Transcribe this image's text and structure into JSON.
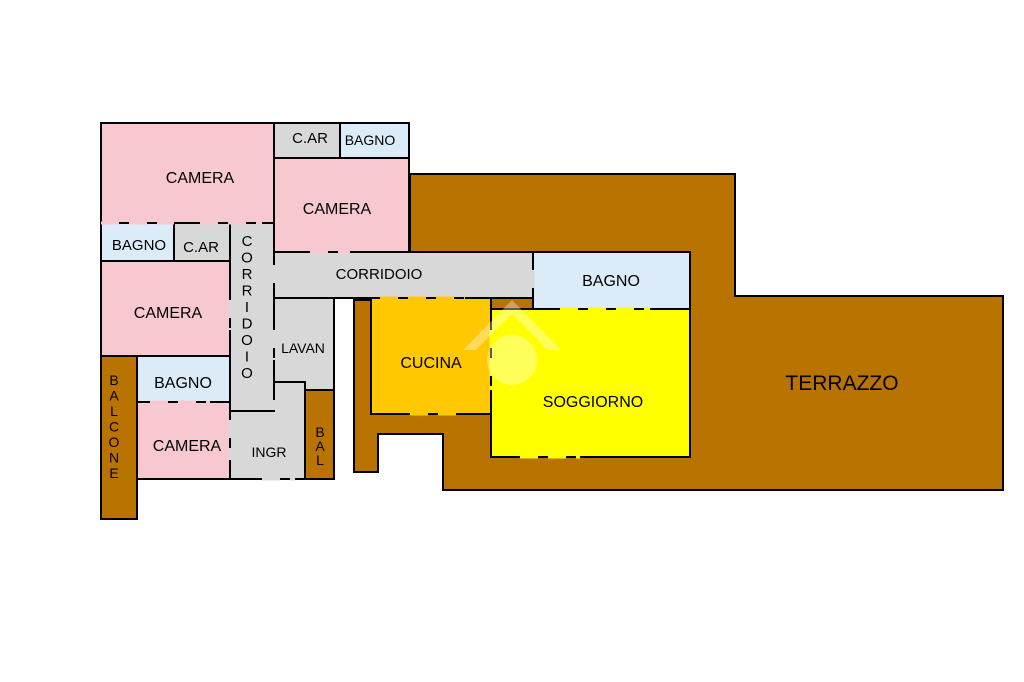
{
  "colors": {
    "terrace": "#b87300",
    "camera": "#f8c8d0",
    "bagno": "#dcebf8",
    "service": "#d8d8d8",
    "cucina": "#ffc800",
    "soggiorno": "#ffff00",
    "balcony": "#b87300",
    "watermark": "#ffffff",
    "wall": "#000000"
  },
  "rooms": {
    "terrazzo": "TERRAZZO",
    "camera_top_left": "CAMERA",
    "car_top": "C.AR",
    "bagno_top": "BAGNO",
    "camera_top_right": "CAMERA",
    "bagno_mid_left": "BAGNO",
    "car_mid": "C.AR",
    "corridoio_vertical": "CORRIDOIO",
    "corridoio_horizontal": "CORRIDOIO",
    "bagno_right": "BAGNO",
    "camera_mid_left": "CAMERA",
    "lavan": "LAVAN",
    "cucina": "CUCINA",
    "soggiorno": "SOGGIORNO",
    "balcone_left": "BALCONE",
    "bagno_low": "BAGNO",
    "camera_low": "CAMERA",
    "ingr": "INGR",
    "bal_small": "BAL"
  },
  "watermark_icon": "house-logo-icon"
}
